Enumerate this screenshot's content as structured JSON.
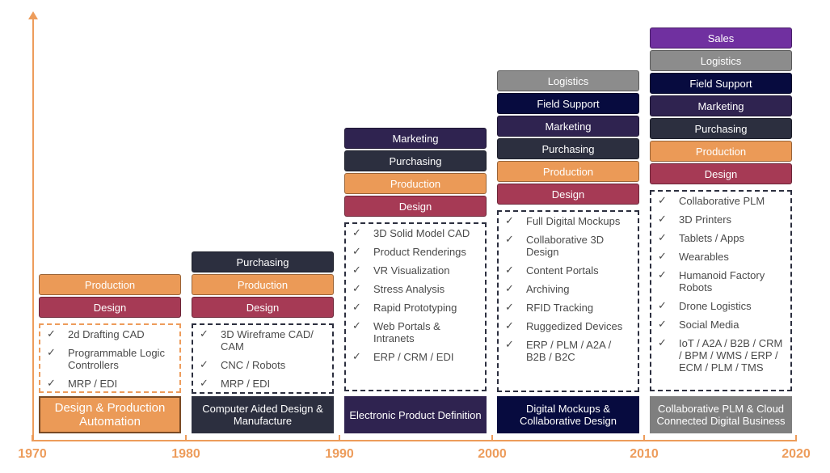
{
  "axis": {
    "years": [
      "1970",
      "1980",
      "1990",
      "2000",
      "2010",
      "2020"
    ]
  },
  "eras": [
    {
      "era_label": "Design & Production Automation",
      "era_color": "#EB9A57",
      "era_text_color": "#ffffff",
      "functions": [
        {
          "label": "Production",
          "kind": "production"
        },
        {
          "label": "Design",
          "kind": "design"
        }
      ],
      "technologies": [
        "2d Drafting CAD",
        "Programmable Logic Controllers",
        "MRP / EDI"
      ]
    },
    {
      "era_label": "Computer Aided Design & Manufacture",
      "era_color": "#2C2F3F",
      "era_text_color": "#ffffff",
      "functions": [
        {
          "label": "Purchasing",
          "kind": "purchasing"
        },
        {
          "label": "Production",
          "kind": "production"
        },
        {
          "label": "Design",
          "kind": "design"
        }
      ],
      "technologies": [
        "3D Wireframe CAD/ CAM",
        "CNC / Robots",
        "MRP / EDI"
      ]
    },
    {
      "era_label": "Electronic Product Definition",
      "era_color": "#2F2350",
      "era_text_color": "#ffffff",
      "functions": [
        {
          "label": "Marketing",
          "kind": "marketing"
        },
        {
          "label": "Purchasing",
          "kind": "purchasing"
        },
        {
          "label": "Production",
          "kind": "production"
        },
        {
          "label": "Design",
          "kind": "design"
        }
      ],
      "technologies": [
        "3D Solid Model CAD",
        "Product Renderings",
        "VR Visualization",
        "Stress Analysis",
        "Rapid Prototyping",
        "Web Portals & Intranets",
        "ERP / CRM / EDI"
      ]
    },
    {
      "era_label": "Digital Mockups & Collaborative Design",
      "era_color": "#070B3F",
      "era_text_color": "#ffffff",
      "functions": [
        {
          "label": "Logistics",
          "kind": "logistics"
        },
        {
          "label": "Field Support",
          "kind": "field"
        },
        {
          "label": "Marketing",
          "kind": "marketing"
        },
        {
          "label": "Purchasing",
          "kind": "purchasing"
        },
        {
          "label": "Production",
          "kind": "production"
        },
        {
          "label": "Design",
          "kind": "design"
        }
      ],
      "technologies": [
        "Full Digital Mockups",
        "Collaborative 3D Design",
        "Content Portals",
        "Archiving",
        "RFID Tracking",
        "Ruggedized Devices",
        "ERP / PLM / A2A / B2B / B2C"
      ]
    },
    {
      "era_label": "Collaborative PLM & Cloud Connected Digital Business",
      "era_color": "#7F7F7F",
      "era_text_color": "#ffffff",
      "functions": [
        {
          "label": "Sales",
          "kind": "sales"
        },
        {
          "label": "Logistics",
          "kind": "logistics"
        },
        {
          "label": "Field Support",
          "kind": "field"
        },
        {
          "label": "Marketing",
          "kind": "marketing"
        },
        {
          "label": "Purchasing",
          "kind": "purchasing"
        },
        {
          "label": "Production",
          "kind": "production"
        },
        {
          "label": "Design",
          "kind": "design"
        }
      ],
      "technologies": [
        "Collaborative PLM",
        "3D Printers",
        "Tablets / Apps",
        "Wearables",
        "Humanoid Factory Robots",
        "Drone Logistics",
        "Social Media",
        "IoT / A2A / B2B / CRM / BPM / WMS / ERP / ECM / PLM / TMS"
      ]
    }
  ],
  "check_glyph": "✓",
  "accent_color": "#ED9C5B"
}
